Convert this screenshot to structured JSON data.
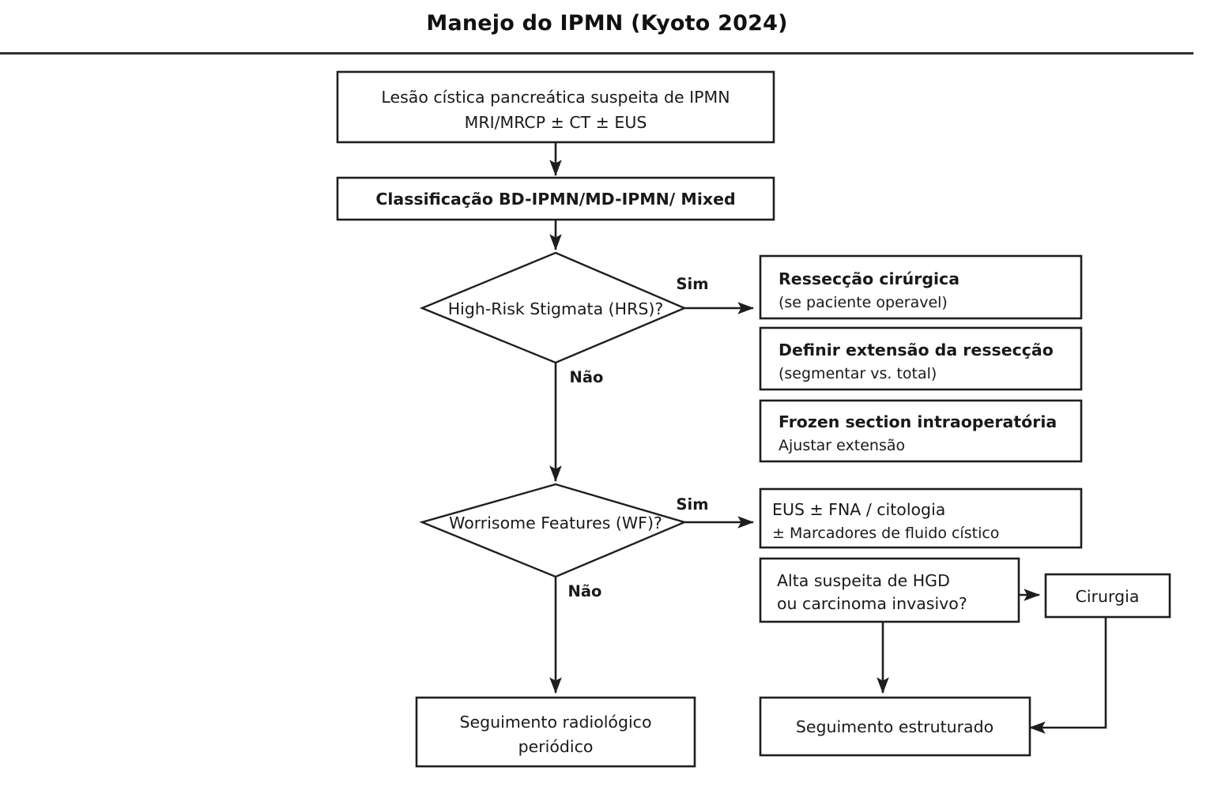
{
  "title": "Manejo do IPMN (Kyoto 2024)",
  "chart_data": {
    "type": "diagram",
    "subtype": "flowchart",
    "title": "Manejo do IPMN (Kyoto 2024)",
    "orientation": "top-down with right branches",
    "nodes": [
      {
        "id": "start",
        "shape": "rect",
        "lines": [
          "Lesão cística pancreática suspeita de IPMN",
          "MRI/MRCP ± CT ± EUS"
        ],
        "bold": [
          false,
          false
        ],
        "align": "center"
      },
      {
        "id": "classif",
        "shape": "rect",
        "lines": [
          "Classificação  BD-IPMN/MD-IPMN/ Mixed"
        ],
        "bold": [
          true
        ],
        "align": "center"
      },
      {
        "id": "hrs",
        "shape": "diamond",
        "lines": [
          "High-Risk Stigmata (HRS)?"
        ],
        "bold": [
          false
        ],
        "align": "center"
      },
      {
        "id": "resseccao",
        "shape": "rect",
        "lines": [
          "Ressecção cirúrgica",
          "(se paciente operavel)"
        ],
        "bold": [
          true,
          false
        ],
        "align": "left"
      },
      {
        "id": "extensao",
        "shape": "rect",
        "lines": [
          "Definir extensão da ressecção",
          "(segmentar vs. total)"
        ],
        "bold": [
          true,
          false
        ],
        "align": "left"
      },
      {
        "id": "frozen",
        "shape": "rect",
        "lines": [
          "Frozen section intraoperatória",
          "Ajustar extensão"
        ],
        "bold": [
          true,
          false
        ],
        "align": "left"
      },
      {
        "id": "wf",
        "shape": "diamond",
        "lines": [
          "Worrisome Features (WF)?"
        ],
        "bold": [
          false
        ],
        "align": "center"
      },
      {
        "id": "eus",
        "shape": "rect",
        "lines": [
          "EUS ± FNA / citologia",
          "± Marcadores de fluido cístico"
        ],
        "bold": [
          false,
          false
        ],
        "align": "left"
      },
      {
        "id": "hgd",
        "shape": "rect",
        "lines": [
          "Alta suspeita de HGD",
          "ou carcinoma invasivo?"
        ],
        "bold": [
          false,
          false
        ],
        "align": "left"
      },
      {
        "id": "cirurgia",
        "shape": "rect",
        "lines": [
          "Cirurgia"
        ],
        "bold": [
          false
        ],
        "align": "center"
      },
      {
        "id": "segrad",
        "shape": "rect",
        "lines": [
          "Seguimento radiológico",
          "periódico"
        ],
        "bold": [
          false,
          false
        ],
        "align": "center"
      },
      {
        "id": "segestr",
        "shape": "rect",
        "lines": [
          "Seguimento estruturado"
        ],
        "bold": [
          false
        ],
        "align": "center"
      }
    ],
    "edges": [
      {
        "from": "start",
        "to": "classif",
        "label": ""
      },
      {
        "from": "classif",
        "to": "hrs",
        "label": ""
      },
      {
        "from": "hrs",
        "to": "resseccao",
        "label": "Sim"
      },
      {
        "from": "hrs",
        "to": "wf",
        "label": "Não"
      },
      {
        "from": "wf",
        "to": "eus",
        "label": "Sim"
      },
      {
        "from": "wf",
        "to": "segrad",
        "label": "Não"
      },
      {
        "from": "hgd",
        "to": "cirurgia",
        "label": ""
      },
      {
        "from": "hgd",
        "to": "segestr",
        "label": ""
      },
      {
        "from": "cirurgia",
        "to": "segestr",
        "label": ""
      }
    ],
    "edge_labels": {
      "yes": "Sim",
      "no": "Não"
    },
    "colors": {
      "stroke": "#1c1f22",
      "fill": "#ffffff",
      "text": "#18191b",
      "rule": "#2b2f33"
    }
  },
  "nodes": {
    "start": {
      "line1": "Lesão cística pancreática suspeita de IPMN",
      "line2": "MRI/MRCP ± CT ± EUS"
    },
    "classif": {
      "line1": "Classificação  BD-IPMN/MD-IPMN/ Mixed"
    },
    "hrs": {
      "line1": "High-Risk Stigmata (HRS)?"
    },
    "resseccao": {
      "line1": "Ressecção cirúrgica",
      "line2": "(se paciente operavel)"
    },
    "extensao": {
      "line1": "Definir extensão da ressecção",
      "line2": "(segmentar vs. total)"
    },
    "frozen": {
      "line1": "Frozen section intraoperatória",
      "line2": "Ajustar extensão"
    },
    "wf": {
      "line1": "Worrisome Features (WF)?"
    },
    "eus": {
      "line1": "EUS ± FNA / citologia",
      "line2": "± Marcadores de fluido cístico"
    },
    "hgd": {
      "line1": "Alta suspeita de HGD",
      "line2": "ou carcinoma invasivo?"
    },
    "cirurgia": {
      "line1": "Cirurgia"
    },
    "segrad": {
      "line1": "Seguimento radiológico",
      "line2": "periódico"
    },
    "segestr": {
      "line1": "Seguimento estruturado"
    }
  },
  "labels": {
    "hrs_yes": "Sim",
    "hrs_no": "Não",
    "wf_yes": "Sim",
    "wf_no": "Não"
  }
}
